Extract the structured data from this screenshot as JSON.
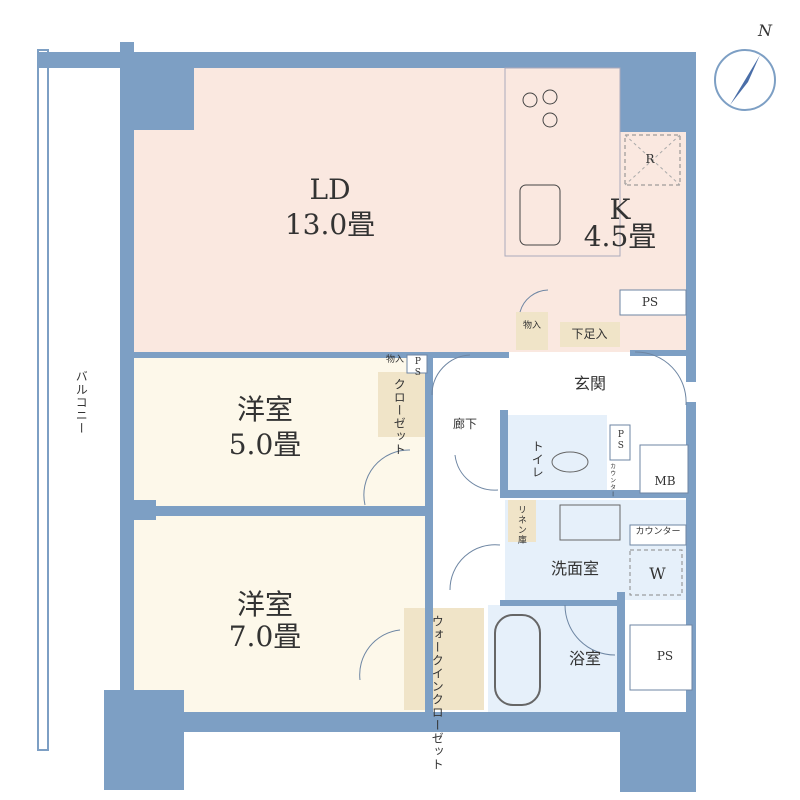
{
  "balcony": {
    "label": "バルコニー"
  },
  "ld": {
    "name": "LD",
    "size": "13.0畳"
  },
  "kitchen": {
    "name": "K",
    "size": "4.5畳",
    "fridge": "R"
  },
  "room1": {
    "name": "洋室",
    "size": "5.0畳"
  },
  "room2": {
    "name": "洋室",
    "size": "7.0畳"
  },
  "closet": {
    "label": "クローゼット"
  },
  "storage_top": {
    "label": "物入"
  },
  "storage_room": {
    "label": "物入"
  },
  "ps": {
    "label": "PS"
  },
  "shoe_storage": {
    "label": "下足入"
  },
  "entrance": {
    "label": "玄関"
  },
  "hallway": {
    "label": "廊下"
  },
  "toilet": {
    "label": "トイレ"
  },
  "counter_small": {
    "label": "カウンター"
  },
  "mb": {
    "label": "MB"
  },
  "linen": {
    "label": "リネン庫"
  },
  "counter": {
    "label": "カウンター"
  },
  "washroom": {
    "label": "洗面室"
  },
  "washer": {
    "label": "W"
  },
  "bath": {
    "label": "浴室"
  },
  "wic": {
    "label": "ウォークインクローゼット"
  },
  "compass": {
    "label": "N"
  },
  "colors": {
    "wall": "#7d9fc4",
    "ld_floor": "#fae8e0",
    "room_floor": "#fdf8ea",
    "wet_floor": "#e6f0fa",
    "storage": "#f0e4c8",
    "line": "#6e86a3"
  }
}
